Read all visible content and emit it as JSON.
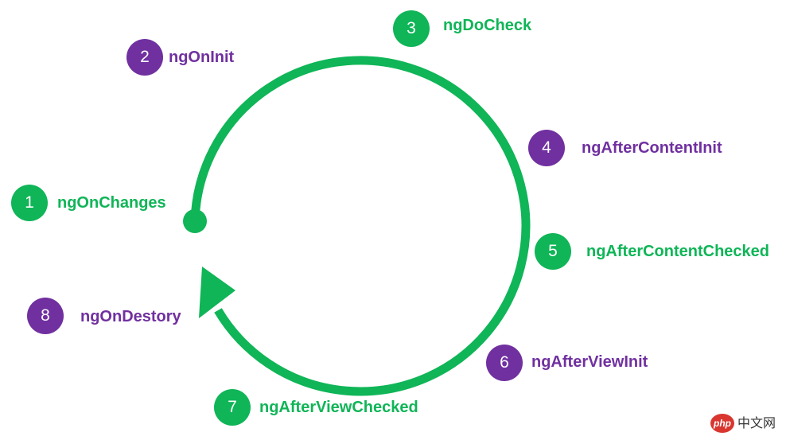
{
  "colors": {
    "green": "#0fb557",
    "purple": "#7030a0",
    "circle": "#0fb557"
  },
  "steps": [
    {
      "number": "1",
      "name": "ngOnChanges",
      "color": "green"
    },
    {
      "number": "2",
      "name": "ngOnInit",
      "color": "purple"
    },
    {
      "number": "3",
      "name": "ngDoCheck",
      "color": "green"
    },
    {
      "number": "4",
      "name": "ngAfterContentInit",
      "color": "purple"
    },
    {
      "number": "5",
      "name": "ngAfterContentChecked",
      "color": "green"
    },
    {
      "number": "6",
      "name": "ngAfterViewInit",
      "color": "purple"
    },
    {
      "number": "7",
      "name": "ngAfterViewChecked",
      "color": "green"
    },
    {
      "number": "8",
      "name": "ngOnDestory",
      "color": "purple"
    }
  ],
  "watermark": {
    "logo": "php",
    "text": "中文网"
  }
}
